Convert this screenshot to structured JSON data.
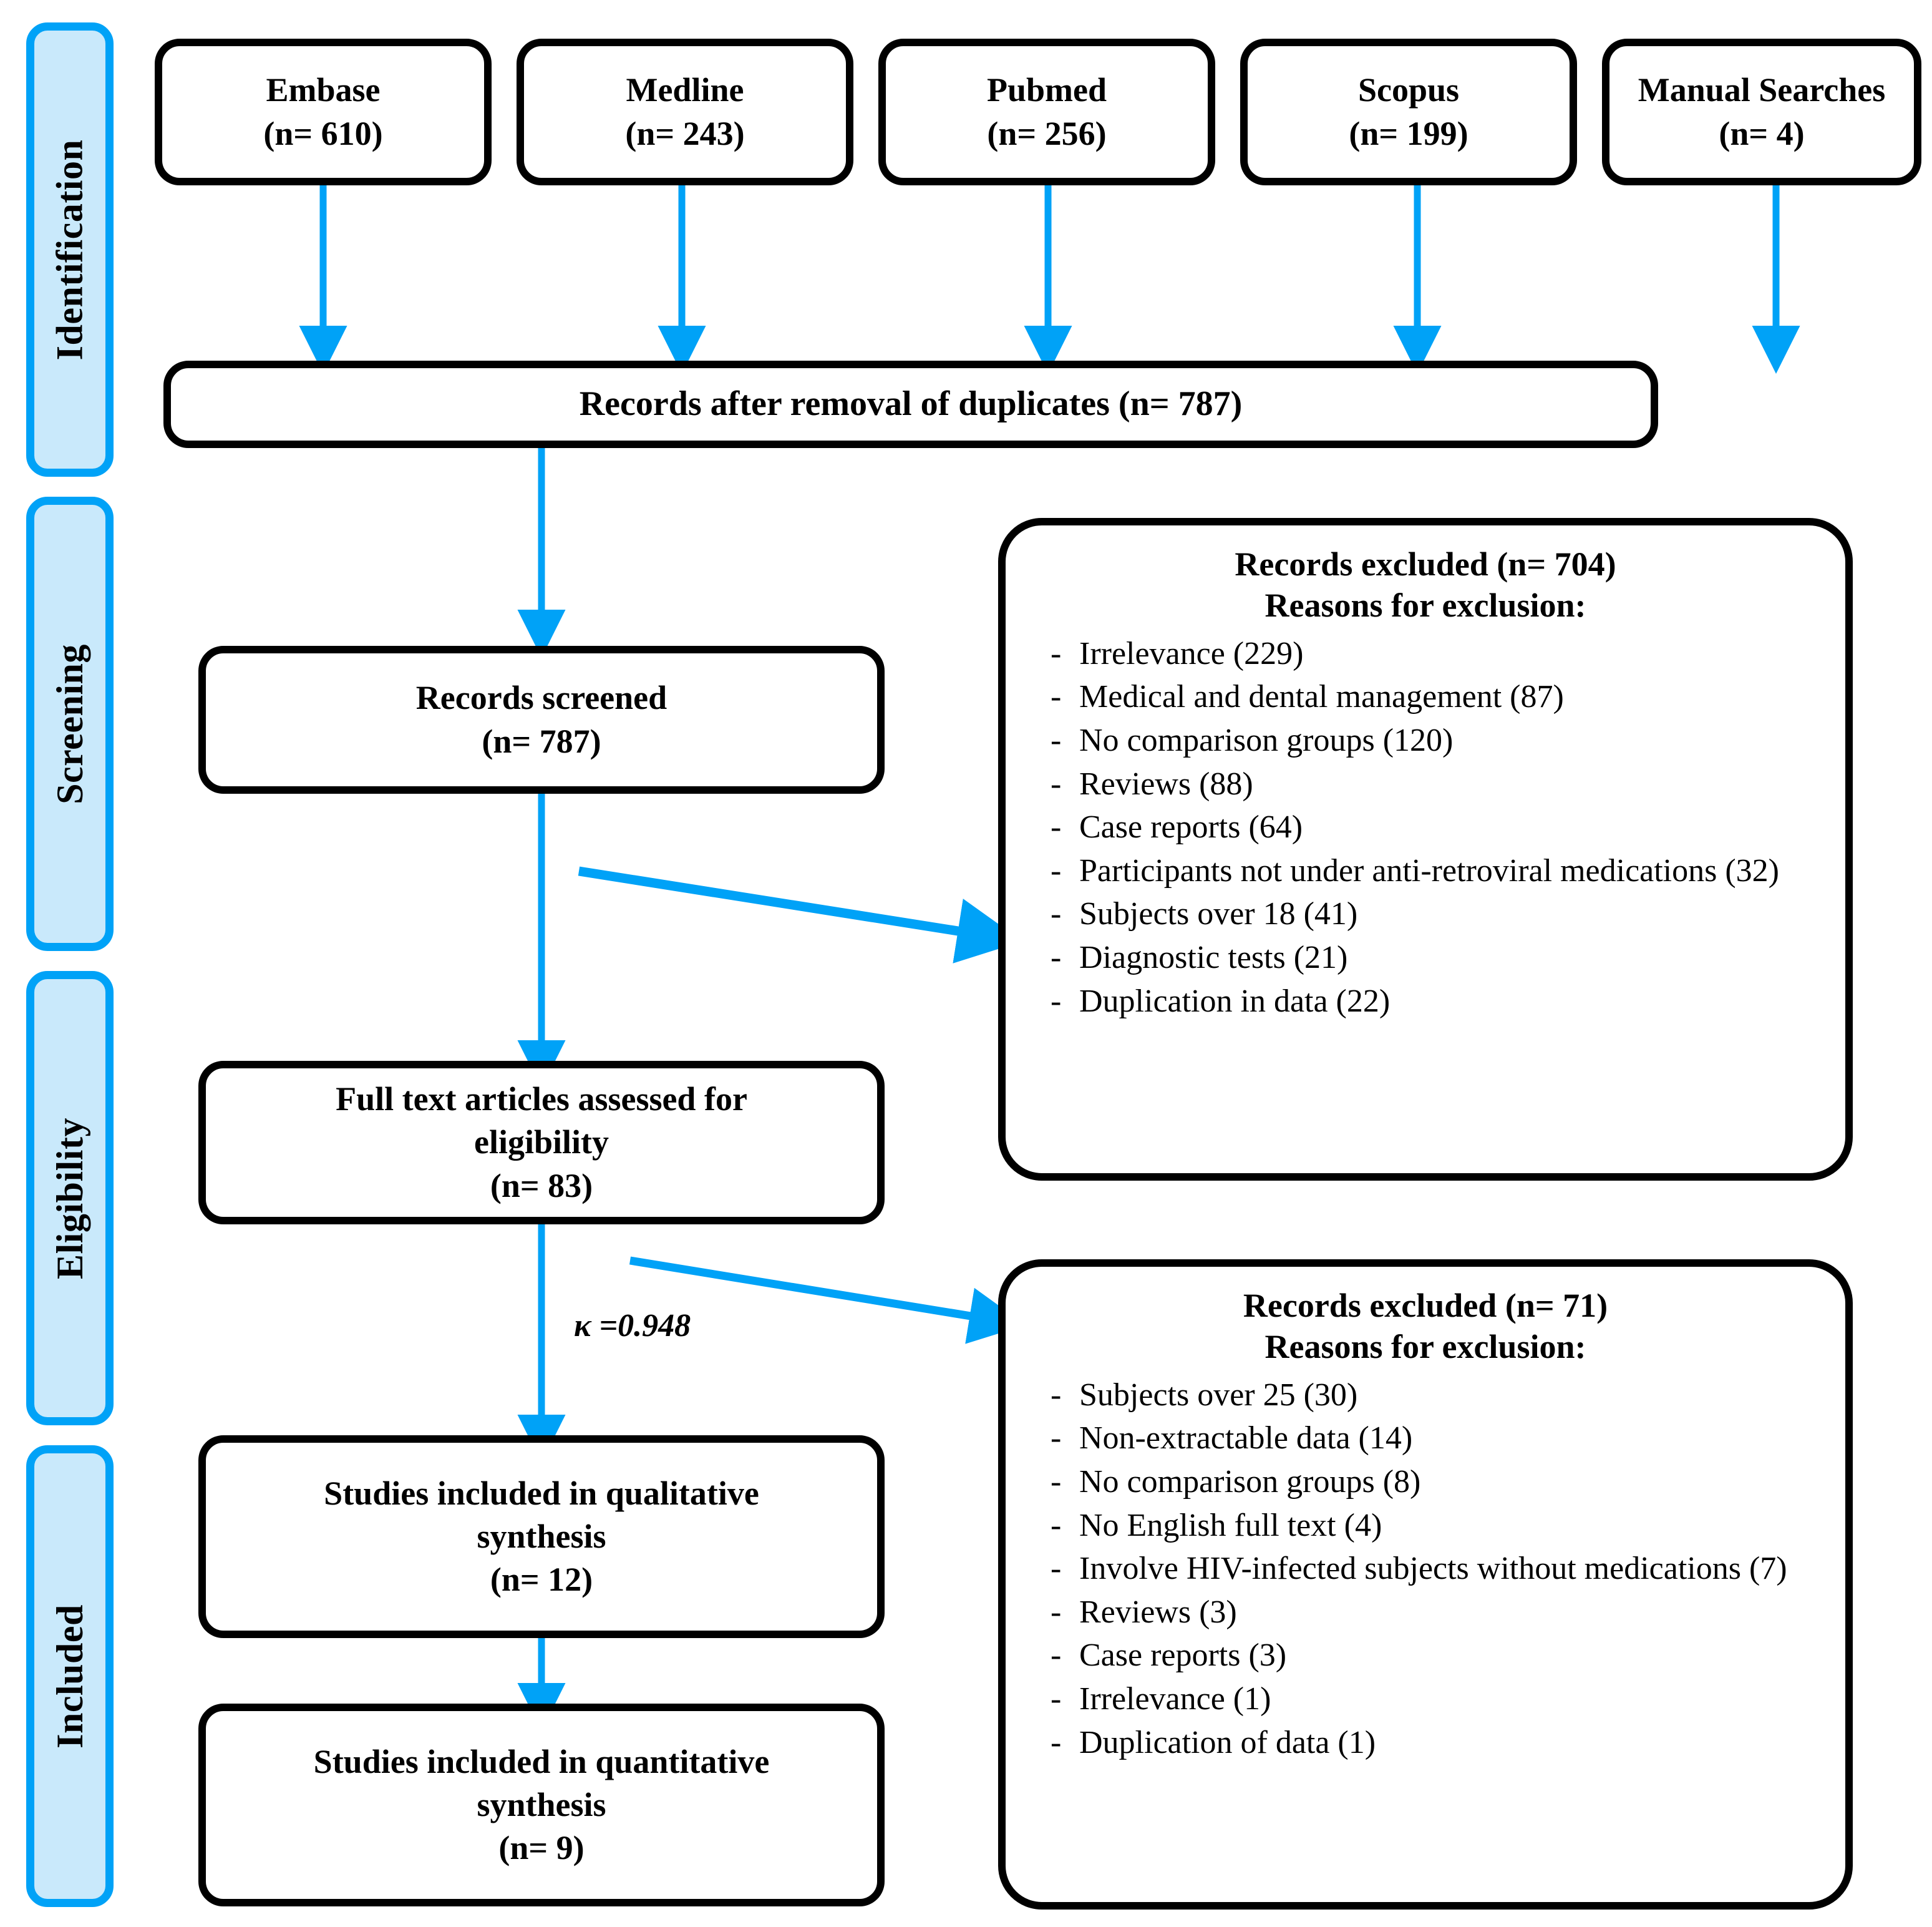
{
  "diagram": {
    "title": "PRISMA flow diagram",
    "accent_blue": "#00A2F7",
    "stage_fill": "#C9E9FB",
    "box_border": "#000000"
  },
  "stages": [
    {
      "label": "Identification"
    },
    {
      "label": "Screening"
    },
    {
      "label": "Eligibility"
    },
    {
      "label": "Included"
    }
  ],
  "sources": [
    {
      "name": "Embase",
      "count": "(n= 610)"
    },
    {
      "name": "Medline",
      "count": "(n= 243)"
    },
    {
      "name": "Pubmed",
      "count": "(n= 256)"
    },
    {
      "name": "Scopus",
      "count": "(n= 199)"
    },
    {
      "name": "Manual Searches",
      "count": "(n= 4)"
    }
  ],
  "duplicates_box": {
    "text": "Records after removal of duplicates (n= 787)"
  },
  "screened_box": {
    "line1": "Records screened",
    "line2": "(n= 787)"
  },
  "fulltext_box": {
    "line1": "Full text articles assessed for",
    "line2": "eligibility",
    "line3": "(n= 83)"
  },
  "qualitative_box": {
    "line1": "Studies included in qualitative",
    "line2": "synthesis",
    "line3": "(n= 12)"
  },
  "quantitative_box": {
    "line1": "Studies included in quantitative",
    "line2": "synthesis",
    "line3": "(n= 9)"
  },
  "kappa": {
    "label": "κ =0.948"
  },
  "excluded_screening": {
    "title": "Records excluded (n= 704)",
    "subtitle": "Reasons for exclusion:",
    "bullet": "-",
    "reasons": [
      "Irrelevance (229)",
      "Medical and dental management (87)",
      "No comparison groups (120)",
      "Reviews (88)",
      "Case reports (64)",
      "Participants not under anti-retroviral medications (32)",
      "Subjects over 18 (41)",
      "Diagnostic tests (21)",
      "Duplication in data (22)"
    ]
  },
  "excluded_eligibility": {
    "title": "Records excluded (n= 71)",
    "subtitle": "Reasons for exclusion:",
    "bullet": "-",
    "reasons": [
      "Subjects over 25 (30)",
      "Non-extractable data (14)",
      "No comparison groups (8)",
      "No English full text (4)",
      "Involve HIV-infected subjects without medications (7)",
      "Reviews (3)",
      "Case reports (3)",
      "Irrelevance (1)",
      "Duplication of data (1)"
    ]
  }
}
